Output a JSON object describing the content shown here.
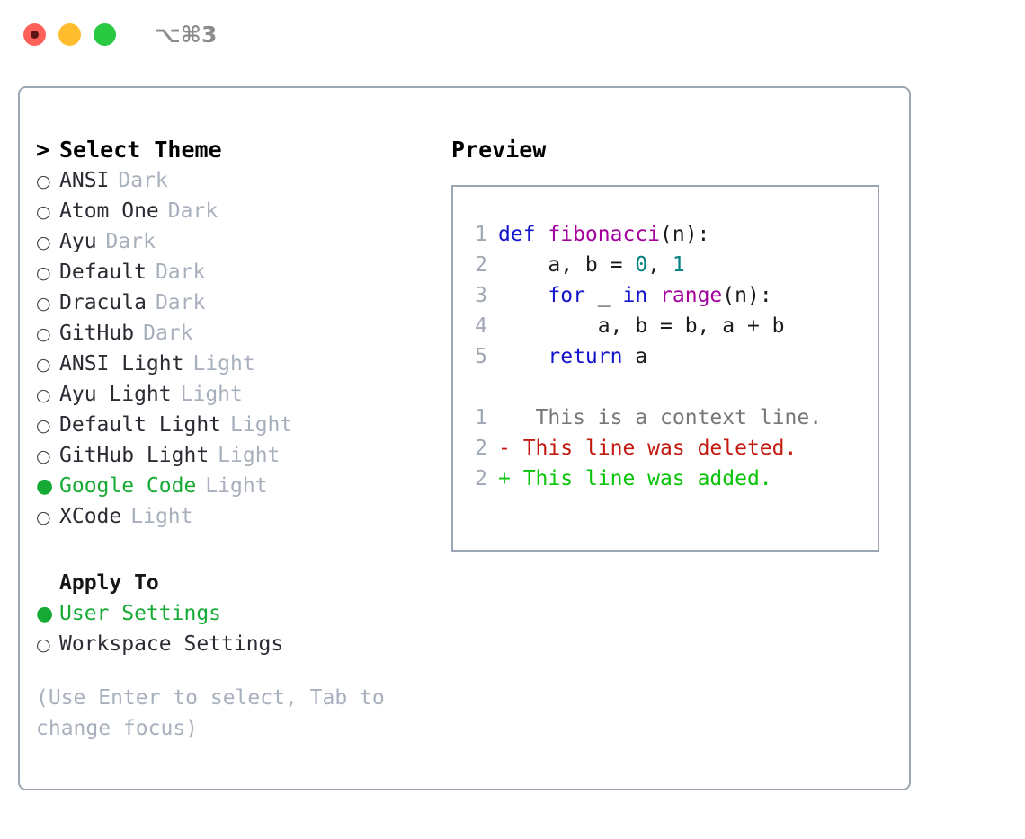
{
  "window": {
    "title": "⌥⌘3",
    "traffic_lights": [
      "close-red",
      "minimize-yellow",
      "maximize-green"
    ]
  },
  "theme_picker": {
    "header_prefix": ">",
    "header": "Select Theme",
    "bullet_unselected": "○",
    "bullet_selected": "●",
    "accent_color": "#17ab36",
    "items": [
      {
        "name": "ANSI",
        "variant": "Dark",
        "selected": false
      },
      {
        "name": "Atom One",
        "variant": "Dark",
        "selected": false
      },
      {
        "name": "Ayu",
        "variant": "Dark",
        "selected": false
      },
      {
        "name": "Default",
        "variant": "Dark",
        "selected": false
      },
      {
        "name": "Dracula",
        "variant": "Dark",
        "selected": false
      },
      {
        "name": "GitHub",
        "variant": "Dark",
        "selected": false
      },
      {
        "name": "ANSI Light",
        "variant": "Light",
        "selected": false
      },
      {
        "name": "Ayu Light",
        "variant": "Light",
        "selected": false
      },
      {
        "name": "Default Light",
        "variant": "Light",
        "selected": false
      },
      {
        "name": "GitHub Light",
        "variant": "Light",
        "selected": false
      },
      {
        "name": "Google Code",
        "variant": "Light",
        "selected": true
      },
      {
        "name": "XCode",
        "variant": "Light",
        "selected": false
      }
    ]
  },
  "apply_to": {
    "title": "Apply To",
    "options": [
      {
        "name": "User Settings",
        "selected": true
      },
      {
        "name": "Workspace Settings",
        "selected": false
      }
    ]
  },
  "hint": "(Use Enter to select, Tab to change focus)",
  "preview": {
    "title": "Preview",
    "code_lines": [
      {
        "no": "1",
        "tokens": [
          {
            "t": "def ",
            "c": "kw"
          },
          {
            "t": "fibonacci",
            "c": "fn"
          },
          {
            "t": "(n):",
            "c": "pl"
          }
        ]
      },
      {
        "no": "2",
        "tokens": [
          {
            "t": "    a, b = ",
            "c": "pl"
          },
          {
            "t": "0",
            "c": "num"
          },
          {
            "t": ", ",
            "c": "pl"
          },
          {
            "t": "1",
            "c": "num"
          }
        ]
      },
      {
        "no": "3",
        "tokens": [
          {
            "t": "    ",
            "c": "pl"
          },
          {
            "t": "for ",
            "c": "kw"
          },
          {
            "t": "_ ",
            "c": "pl"
          },
          {
            "t": "in ",
            "c": "kw"
          },
          {
            "t": "range",
            "c": "fn"
          },
          {
            "t": "(n):",
            "c": "pl"
          }
        ]
      },
      {
        "no": "4",
        "tokens": [
          {
            "t": "        a, b = b, a + b",
            "c": "pl"
          }
        ]
      },
      {
        "no": "5",
        "tokens": [
          {
            "t": "    ",
            "c": "pl"
          },
          {
            "t": "return ",
            "c": "kw"
          },
          {
            "t": "a",
            "c": "pl"
          }
        ]
      }
    ],
    "diff_lines": [
      {
        "no": "1",
        "marker": " ",
        "text": "  This is a context line.",
        "c": "ctx"
      },
      {
        "no": "2",
        "marker": "-",
        "text": " This line was deleted.",
        "c": "del"
      },
      {
        "no": "2",
        "marker": "+",
        "text": " This line was added.",
        "c": "add"
      }
    ]
  },
  "colors": {
    "keyword": "#1414cc",
    "function": "#a3009c",
    "number": "#008080",
    "plain": "#1a1a1a",
    "context": "#777777",
    "deleted": "#c21a0f",
    "added": "#0ac40a",
    "muted": "#a8b0bd",
    "border": "#9ba6b4"
  }
}
